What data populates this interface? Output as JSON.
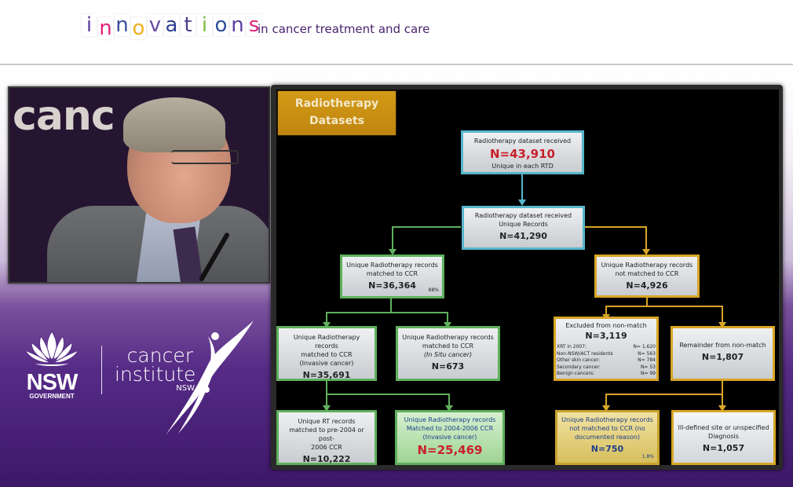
{
  "header": {
    "brand_letters": [
      {
        "char": "i",
        "color": "#5b3fa0"
      },
      {
        "char": "n",
        "color": "#e0247a"
      },
      {
        "char": "n",
        "color": "#3b4e9b"
      },
      {
        "char": "o",
        "color": "#f2b01f"
      },
      {
        "char": "v",
        "color": "#6a4aa3"
      },
      {
        "char": "a",
        "color": "#2e3f8e"
      },
      {
        "char": "t",
        "color": "#4b3f8f"
      },
      {
        "char": "i",
        "color": "#7bbd3d"
      },
      {
        "char": "o",
        "color": "#2f4d9c"
      },
      {
        "char": "n",
        "color": "#5b3fa0"
      },
      {
        "char": "s",
        "color": "#e0247a"
      }
    ],
    "tagline": "in cancer treatment and care"
  },
  "video": {
    "background_text": "canc",
    "subject": "presenter-speaking"
  },
  "logos": {
    "nsw_main": "NSW",
    "nsw_sub": "GOVERNMENT",
    "ci_line1": "cancer",
    "ci_line2": "institute",
    "ci_line3": "NSW"
  },
  "slide": {
    "title_line1": "Radiotherapy",
    "title_line2": "Datasets",
    "boxes": {
      "received": {
        "label": "Radiotherapy dataset received",
        "n": "N=43,910",
        "sub": "Unique in each RTD"
      },
      "unique": {
        "label1": "Radiotherapy dataset received",
        "label2": "Unique Records",
        "n": "N=41,290"
      },
      "matched": {
        "label1": "Unique Radiotherapy records",
        "label2": "matched to CCR",
        "n": "N=36,364",
        "pct": "88%"
      },
      "not_matched": {
        "label1": "Unique Radiotherapy records",
        "label2": "not matched to CCR",
        "n": "N=4,926"
      },
      "invasive": {
        "label1": "Unique Radiotherapy records",
        "label2": "matched to CCR",
        "label3": "(Invasive cancer)",
        "n": "N=35,691"
      },
      "in_situ": {
        "label1": "Unique Radiotherapy records",
        "label2": "matched to CCR",
        "label3": "(In Situ cancer)",
        "n": "N=673"
      },
      "excluded": {
        "label": "Excluded from non-match",
        "n": "N=3,119",
        "rows": [
          {
            "label": "XRT in 2007:",
            "value": "N= 1,620"
          },
          {
            "label": "Non-NSW/ACT  residents",
            "value": "N=     563"
          },
          {
            "label": "Other skin cancer:",
            "value": "N=     784"
          },
          {
            "label": "Secondary cancer:",
            "value": "N=       53"
          },
          {
            "label": "Benign cancers:",
            "value": "N=       99"
          }
        ]
      },
      "remainder": {
        "label": "Remainder from non-match",
        "n": "N=1,807"
      },
      "pre_post": {
        "label1": "Unique RT records",
        "label2": "matched to pre-2004 or post-",
        "label3": "2006 CCR",
        "n": "N=10,222"
      },
      "matched_2004_2006": {
        "label1": "Unique Radiotherapy records",
        "label2": "Matched to 2004-2006 CCR",
        "label3": "(Invasive cancer)",
        "n": "N=25,469"
      },
      "no_reason": {
        "label1": "Unique Radiotherapy records",
        "label2": "not matched to CCR (no",
        "label3": "documented reason)",
        "n": "N=750",
        "pct": "1.8%"
      },
      "ill_defined": {
        "label1": "Ill-defined site or unspecified",
        "label2": "Diagnosis",
        "n": "N=1,057"
      }
    },
    "colors": {
      "blue": "#57b6cc",
      "green": "#5fb05c",
      "gold": "#d8a626",
      "highlight_red": "#c8202c",
      "title_bg": "#d39a16"
    }
  }
}
